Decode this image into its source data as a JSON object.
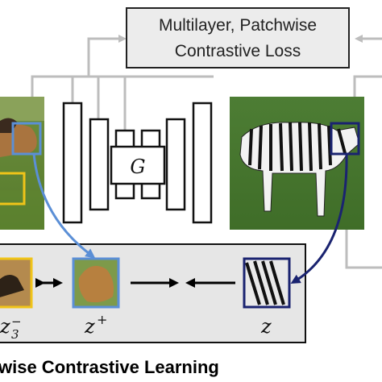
{
  "loss_box": {
    "line1": "Multilayer, Patchwise",
    "line2": "Contrastive Loss"
  },
  "generator": {
    "label": "G"
  },
  "patch_labels": {
    "negative_base": "z",
    "negative_sub": "3",
    "negative_sup": "−",
    "positive_base": "z",
    "positive_sup": "+",
    "query": "z"
  },
  "caption": "wise Contrastive Learning",
  "colors": {
    "gray_arrow": "#bdbdbd",
    "light_blue": "#5b8fd6",
    "dark_blue": "#1a2370",
    "yellow": "#f0c419",
    "panel_fill": "#e6e6e6",
    "loss_fill": "#ececec"
  },
  "images": {
    "left_input": "horse-photo",
    "right_output": "zebra-photo"
  }
}
